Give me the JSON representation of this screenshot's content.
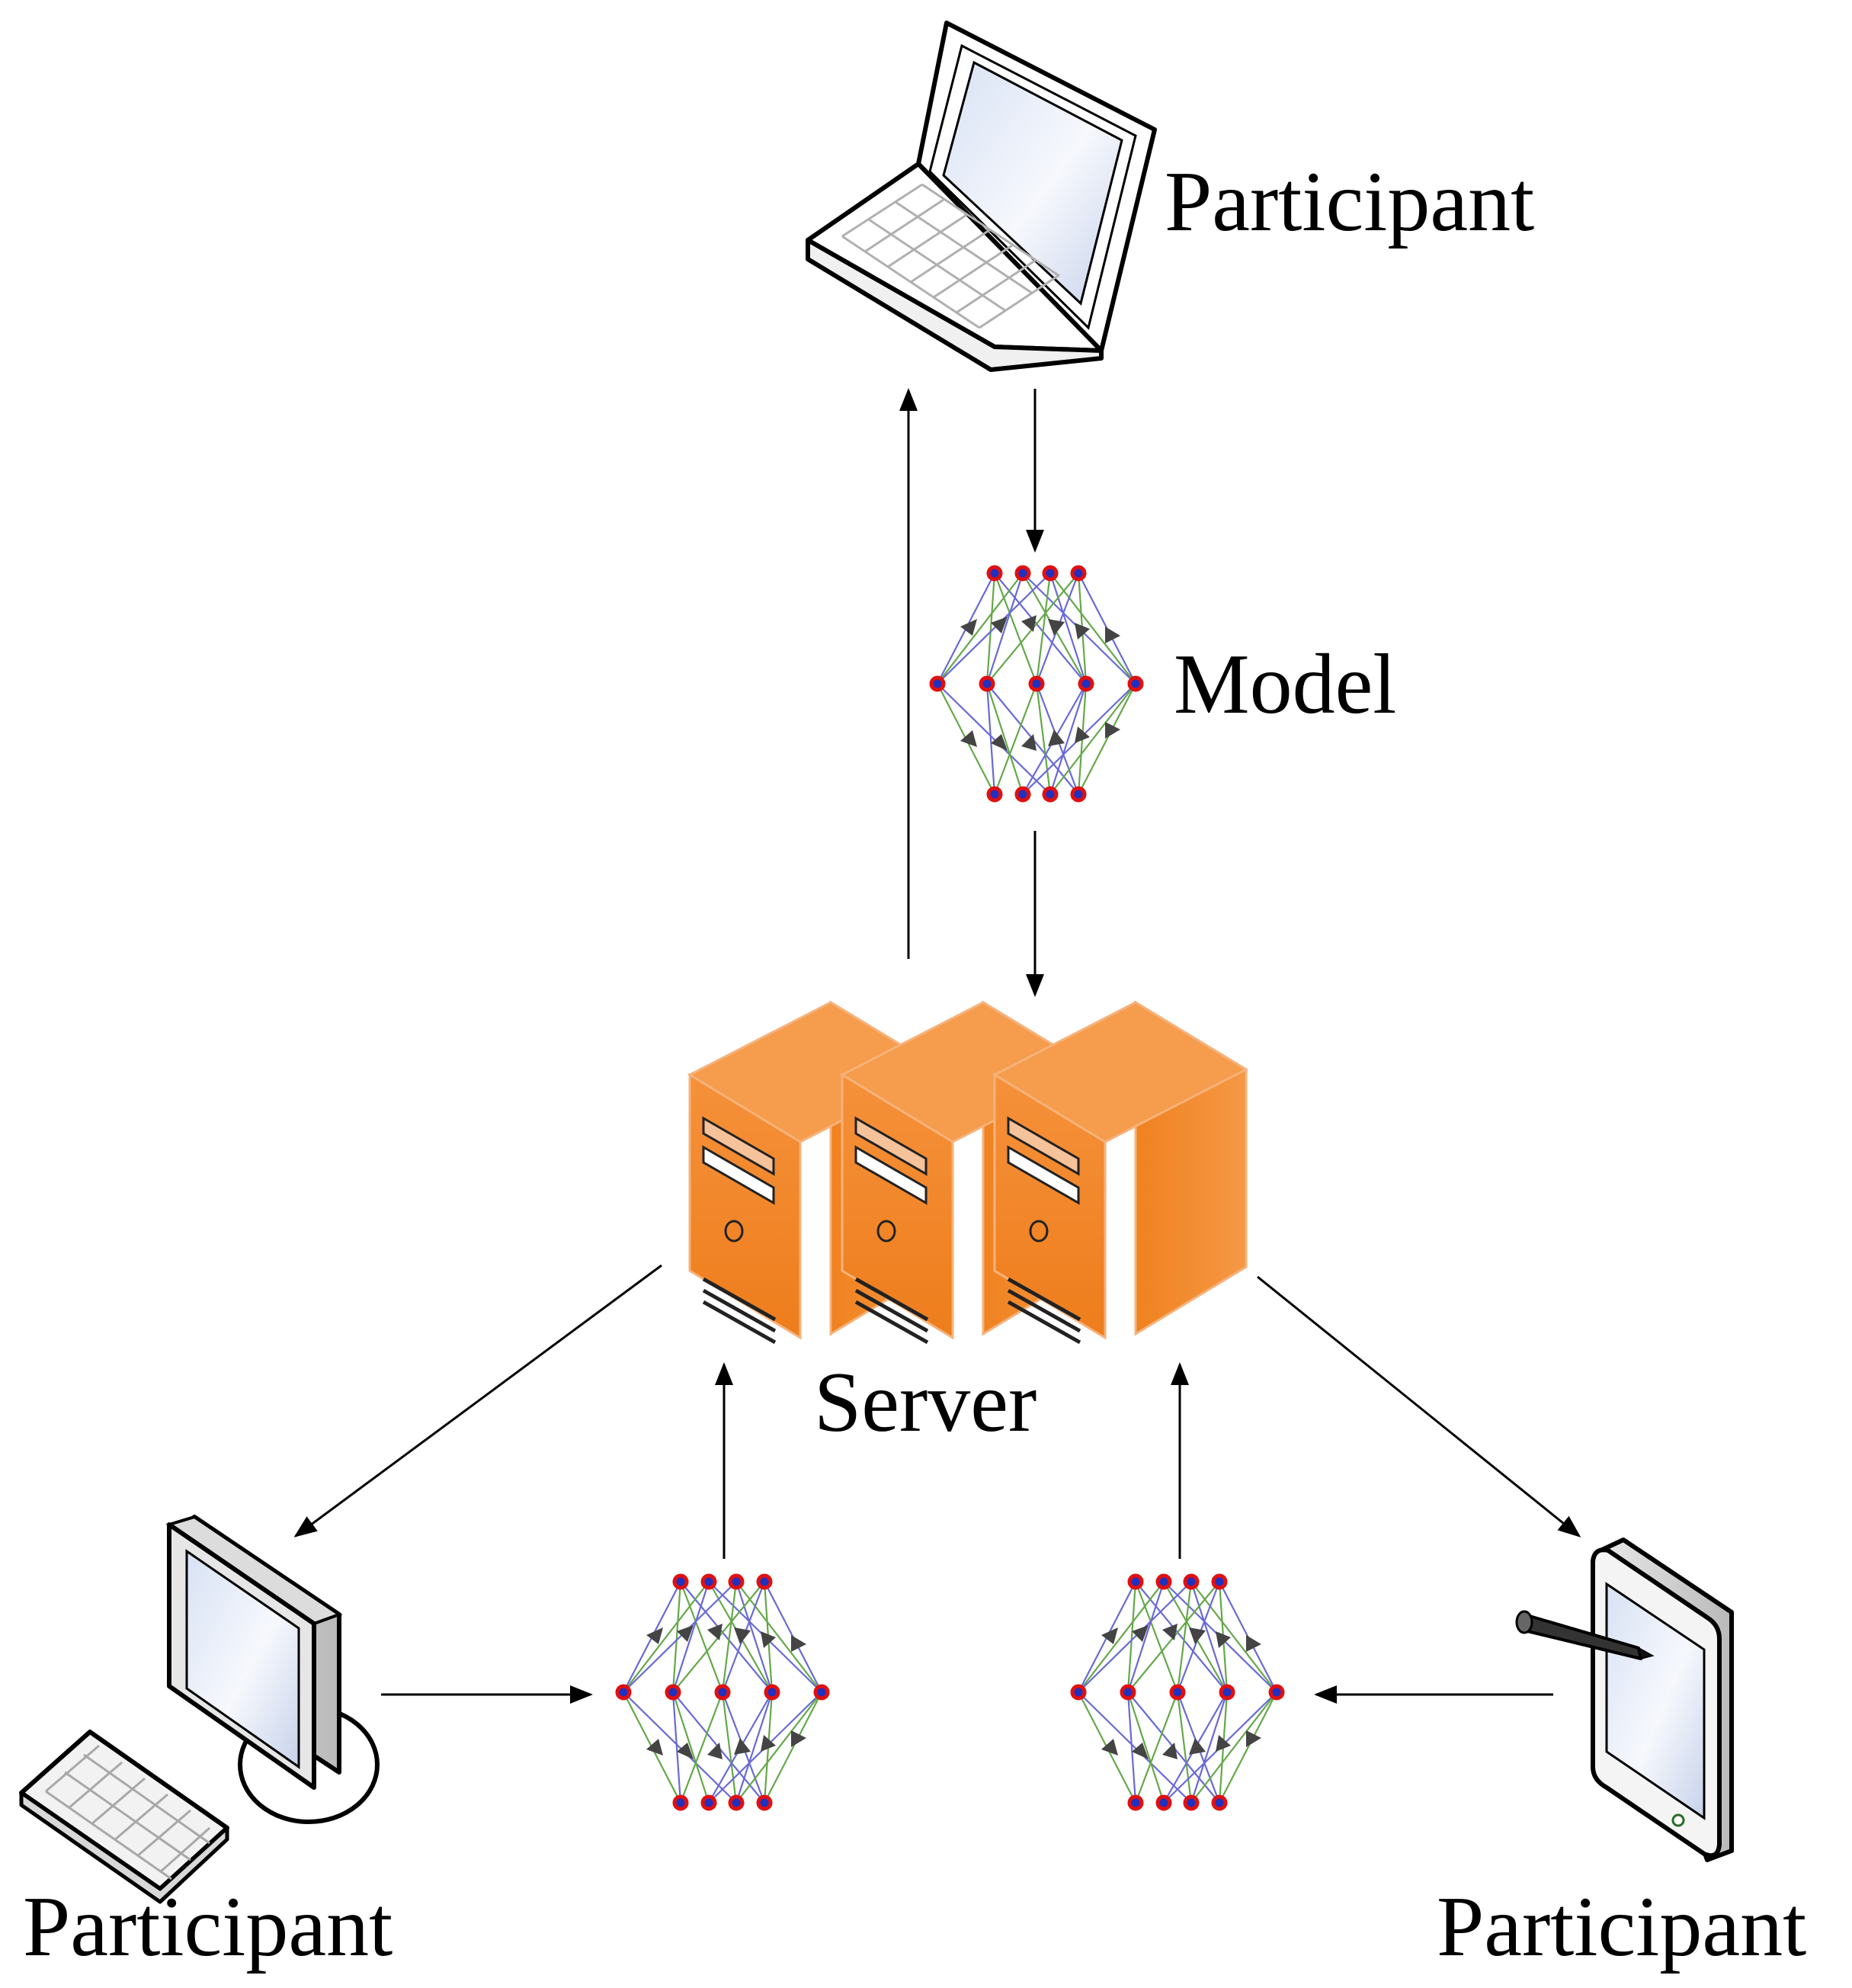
{
  "labels": {
    "top_participant": "Participant",
    "model": "Model",
    "server": "Server",
    "left_participant": "Participant",
    "right_participant": "Participant"
  },
  "icons": {
    "laptop": "laptop-icon",
    "desktop": "desktop-computer-icon",
    "tablet": "tablet-with-stylus-icon",
    "server": "server-towers-icon",
    "model": "neural-network-icon"
  },
  "colors": {
    "server_orange": "#f0801e",
    "server_light": "#f6a35a",
    "server_dark": "#d86a10",
    "node_red": "#e01010",
    "node_blue": "#2030c0",
    "edge_green": "#4a9a2a",
    "edge_blue": "#5050d0",
    "arrow": "#000000"
  }
}
